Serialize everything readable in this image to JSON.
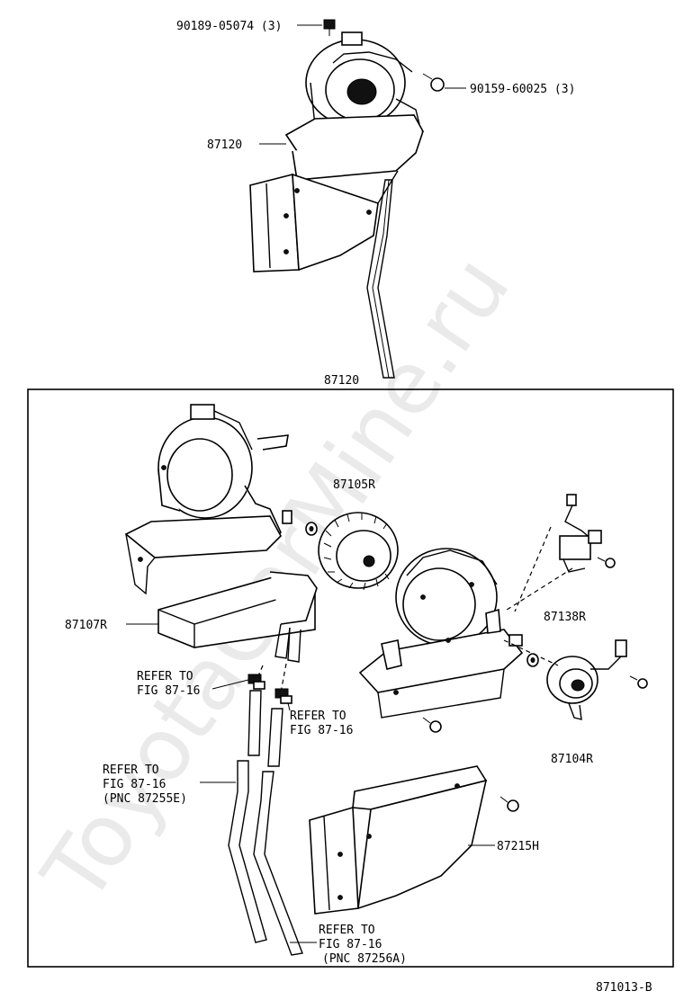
{
  "watermark": "ToyotaCarMine.ru",
  "diagram_id": "871013-B",
  "labels": {
    "bolt_top": "90189-05074 (3)",
    "screw_top": "90159-60025 (3)",
    "assembly_top": "87120",
    "box_title": "87120",
    "fan": "87105R",
    "resistor": "87138R",
    "heater_core": "87107R",
    "motor": "87104R",
    "duct": "87215H",
    "refer_a_line1": "REFER TO",
    "refer_a_line2": "FIG 87-16",
    "refer_b_line1": "REFER TO",
    "refer_b_line2": "FIG 87-16",
    "refer_c_line1": "REFER TO",
    "refer_c_line2": "FIG 87-16",
    "refer_c_line3": "(PNC 87255E)",
    "refer_d_line1": "REFER TO",
    "refer_d_line2": "FIG 87-16",
    "refer_d_line3": "(PNC 87256A)"
  }
}
